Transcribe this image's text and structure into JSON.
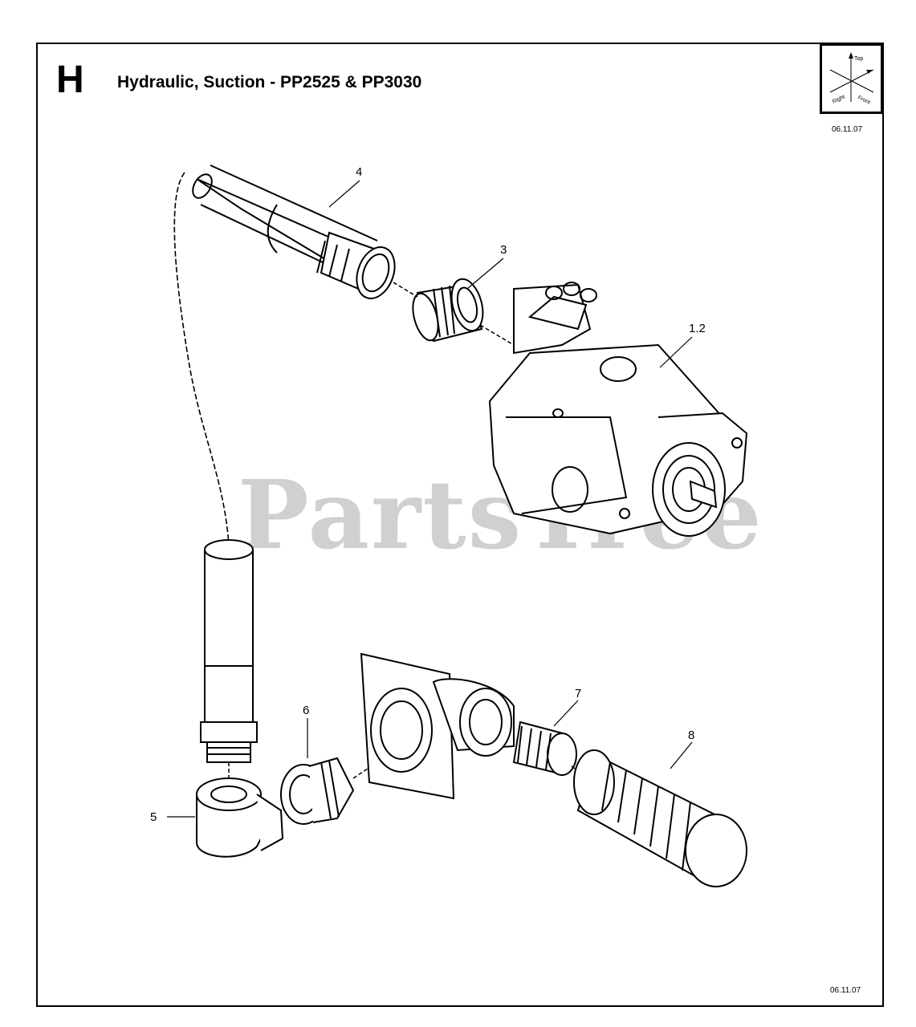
{
  "header": {
    "section_letter": "H",
    "title": "Hydraulic, Suction - PP2525 & PP3030",
    "date_top": "06.11.07",
    "date_bottom": "06.11.07"
  },
  "orientation_icon": {
    "labels": [
      "Top",
      "Right",
      "Front"
    ]
  },
  "watermark": "PartsTree",
  "callouts": [
    "4",
    "3",
    "1.2",
    "6",
    "7",
    "8",
    "5"
  ]
}
